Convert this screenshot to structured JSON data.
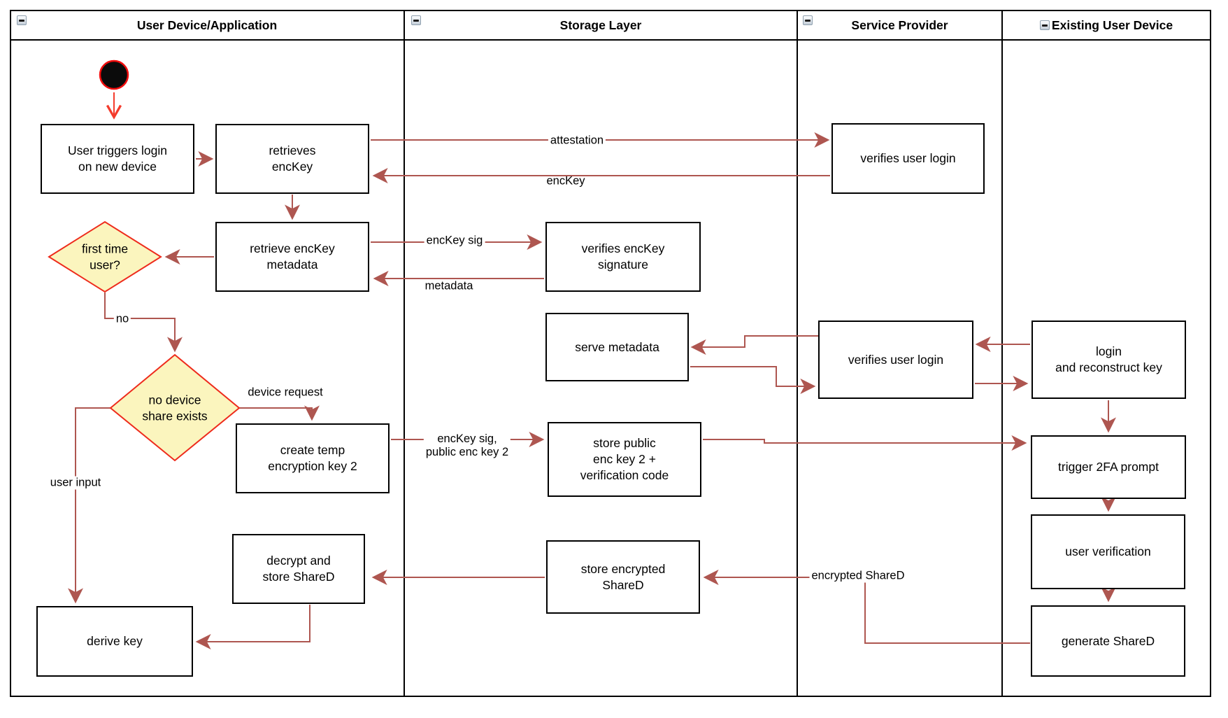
{
  "diagram": {
    "kind": "activity-swimlane-diagram",
    "colors": {
      "edge": "#AE5650",
      "start_edge": "#F43B2C",
      "decision_border": "#EE2B1C",
      "decision_fill": "#FBF5BE",
      "node_border": "#000000",
      "node_fill": "#FFFFFF"
    },
    "icons": {
      "collapse": "minus"
    }
  },
  "lanes": [
    {
      "label": "User Device/Application"
    },
    {
      "label": "Storage Layer"
    },
    {
      "label": "Service Provider"
    },
    {
      "label": "Existing User Device"
    }
  ],
  "nodes": {
    "start": {
      "type": "initial-node"
    },
    "user_triggers": {
      "lines": [
        "User triggers login",
        "on new device"
      ]
    },
    "retrieves_enckey": {
      "lines": [
        "retrieves",
        "encKey"
      ]
    },
    "retrieve_metadata": {
      "lines": [
        "retrieve encKey",
        "metadata"
      ]
    },
    "first_time_user": {
      "lines": [
        "first time",
        "user?"
      ]
    },
    "no_device_share": {
      "lines": [
        "no device",
        "share exists"
      ]
    },
    "create_temp": {
      "lines": [
        "create temp",
        "encryption key 2"
      ]
    },
    "decrypt_store": {
      "lines": [
        "decrypt and",
        "store ShareD"
      ]
    },
    "derive_key": {
      "lines": [
        "derive key"
      ]
    },
    "verifies_signature": {
      "lines": [
        "verifies encKey",
        "signature"
      ]
    },
    "serve_metadata": {
      "lines": [
        "serve metadata"
      ]
    },
    "store_public": {
      "lines": [
        "store public",
        "enc key 2 +",
        "verification code"
      ]
    },
    "store_encrypted": {
      "lines": [
        "store encrypted",
        "ShareD"
      ]
    },
    "verifies_login_top": {
      "lines": [
        "verifies user login"
      ]
    },
    "verifies_login_mid": {
      "lines": [
        "verifies user login"
      ]
    },
    "login_reconstruct": {
      "lines": [
        "login",
        "and reconstruct key"
      ]
    },
    "trigger_2fa": {
      "lines": [
        "trigger 2FA prompt"
      ]
    },
    "user_verification": {
      "lines": [
        "user verification"
      ]
    },
    "generate_shared": {
      "lines": [
        "generate ShareD"
      ]
    }
  },
  "edge_labels": {
    "attestation": "attestation",
    "enckey": "encKey",
    "enckey_sig": "encKey sig",
    "metadata": "metadata",
    "no": "no",
    "device_request": "device request",
    "user_input": "user input",
    "enckey_sig_public": [
      "encKey sig,",
      "public enc key 2"
    ],
    "encrypted_shared": "encrypted ShareD"
  }
}
